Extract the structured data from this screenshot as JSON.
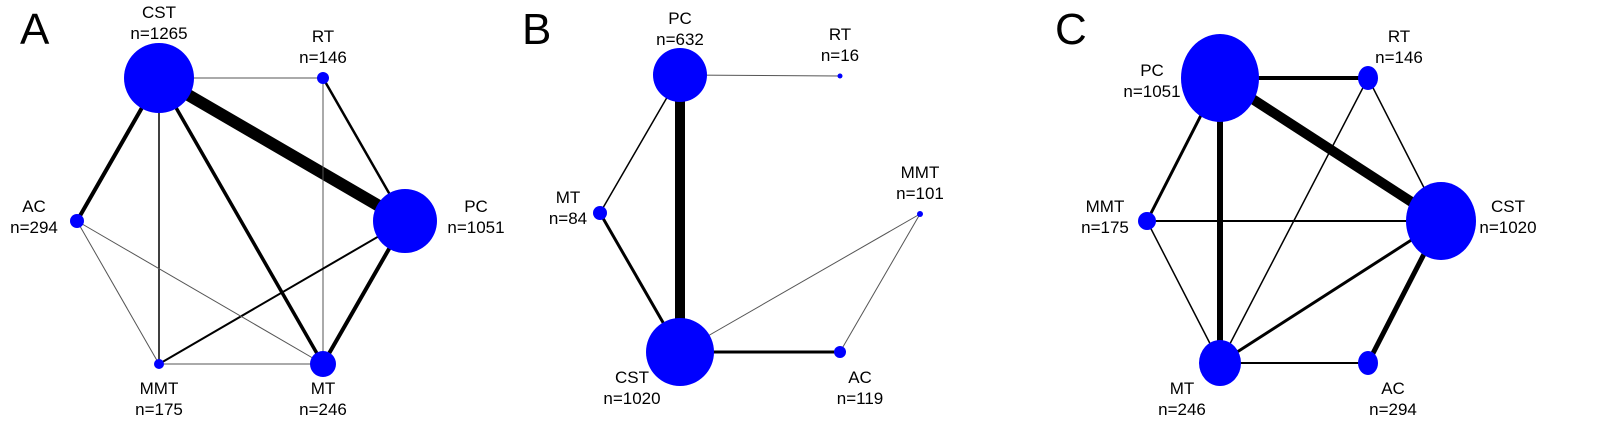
{
  "node_color": "#0000ff",
  "edge_color": "#000000",
  "panels": [
    {
      "letter": "A",
      "nodes": [
        {
          "id": "CST",
          "label": "CST",
          "n": "n=1265"
        },
        {
          "id": "RT",
          "label": "RT",
          "n": "n=146"
        },
        {
          "id": "PC",
          "label": "PC",
          "n": "n=1051"
        },
        {
          "id": "AC",
          "label": "AC",
          "n": "n=294"
        },
        {
          "id": "MMT",
          "label": "MMT",
          "n": "n=175"
        },
        {
          "id": "MT",
          "label": "MT",
          "n": "n=246"
        }
      ],
      "edges": [
        [
          "CST",
          "RT",
          1
        ],
        [
          "CST",
          "PC",
          12
        ],
        [
          "CST",
          "AC",
          4
        ],
        [
          "CST",
          "MMT",
          1.5
        ],
        [
          "CST",
          "MT",
          3.5
        ],
        [
          "RT",
          "PC",
          2.5
        ],
        [
          "RT",
          "MT",
          1
        ],
        [
          "PC",
          "MT",
          4
        ],
        [
          "PC",
          "MMT",
          2
        ],
        [
          "AC",
          "MMT",
          1
        ],
        [
          "AC",
          "MT",
          1
        ],
        [
          "MMT",
          "MT",
          1
        ]
      ]
    },
    {
      "letter": "B",
      "nodes": [
        {
          "id": "PC",
          "label": "PC",
          "n": "n=632"
        },
        {
          "id": "RT",
          "label": "RT",
          "n": "n=16"
        },
        {
          "id": "MT",
          "label": "MT",
          "n": "n=84"
        },
        {
          "id": "MMT",
          "label": "MMT",
          "n": "n=101"
        },
        {
          "id": "CST",
          "label": "CST",
          "n": "n=1020"
        },
        {
          "id": "AC",
          "label": "AC",
          "n": "n=119"
        }
      ],
      "edges": [
        [
          "PC",
          "RT",
          1
        ],
        [
          "PC",
          "CST",
          10
        ],
        [
          "PC",
          "MT",
          1.5
        ],
        [
          "MT",
          "CST",
          3
        ],
        [
          "CST",
          "AC",
          3
        ],
        [
          "CST",
          "MMT",
          1
        ],
        [
          "MMT",
          "AC",
          1
        ]
      ]
    },
    {
      "letter": "C",
      "nodes": [
        {
          "id": "PC",
          "label": "PC",
          "n": "n=1051"
        },
        {
          "id": "RT",
          "label": "RT",
          "n": "n=146"
        },
        {
          "id": "CST",
          "label": "CST",
          "n": "n=1020"
        },
        {
          "id": "MMT",
          "label": "MMT",
          "n": "n=175"
        },
        {
          "id": "MT",
          "label": "MT",
          "n": "n=246"
        },
        {
          "id": "AC",
          "label": "AC",
          "n": "n=294"
        }
      ],
      "edges": [
        [
          "PC",
          "RT",
          4
        ],
        [
          "PC",
          "CST",
          10
        ],
        [
          "PC",
          "MMT",
          3
        ],
        [
          "PC",
          "MT",
          6
        ],
        [
          "RT",
          "MT",
          1.5
        ],
        [
          "RT",
          "CST",
          1.5
        ],
        [
          "MMT",
          "CST",
          2
        ],
        [
          "MMT",
          "MT",
          1.5
        ],
        [
          "MT",
          "CST",
          3
        ],
        [
          "MT",
          "AC",
          2
        ],
        [
          "CST",
          "AC",
          5
        ]
      ]
    }
  ]
}
